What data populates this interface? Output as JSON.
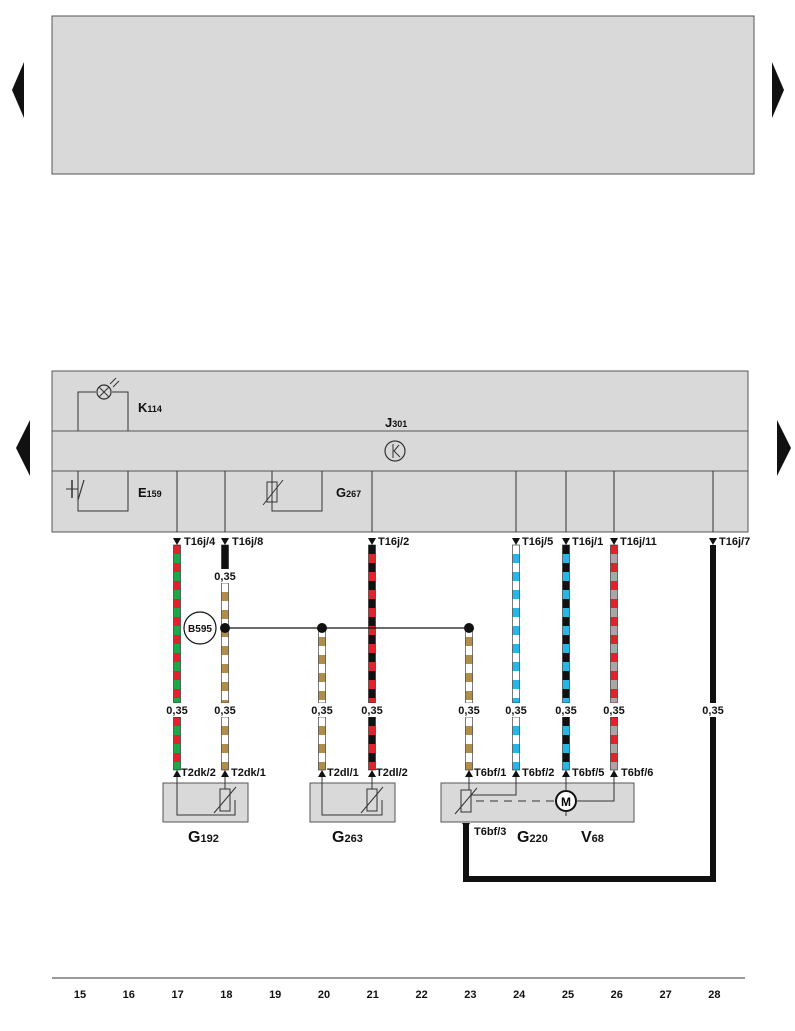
{
  "components": {
    "K114": {
      "letter": "K",
      "index": "114"
    },
    "J301": {
      "letter": "J",
      "index": "301"
    },
    "E159": {
      "letter": "E",
      "index": "159"
    },
    "G267": {
      "letter": "G",
      "index": "267"
    },
    "G192": {
      "letter": "G",
      "index": "192"
    },
    "G263": {
      "letter": "G",
      "index": "263"
    },
    "G220": {
      "letter": "G",
      "index": "220"
    },
    "V68": {
      "letter": "V",
      "index": "68"
    }
  },
  "splice": "B595",
  "pins": {
    "T16j_4": "T16j/4",
    "T16j_8": "T16j/8",
    "T16j_2": "T16j/2",
    "T16j_5": "T16j/5",
    "T16j_1": "T16j/1",
    "T16j_11": "T16j/11",
    "T16j_7": "T16j/7",
    "T2dk_2": "T2dk/2",
    "T2dk_1": "T2dk/1",
    "T2dl_1": "T2dl/1",
    "T2dl_2": "T2dl/2",
    "T6bf_1": "T6bf/1",
    "T6bf_2": "T6bf/2",
    "T6bf_5": "T6bf/5",
    "T6bf_6": "T6bf/6",
    "T6bf_3": "T6bf/3"
  },
  "wire_section": "0,35",
  "motor_symbol": "M",
  "colors": {
    "panel_gray": "#d9d9d9",
    "wire_green": "#1aa84a",
    "wire_red": "#e0232b",
    "wire_black": "#111111",
    "wire_brown": "#b08d4a",
    "wire_blue": "#26b6e8",
    "wire_grey": "#a8a8a8",
    "wire_white": "#ffffff"
  },
  "icons": [
    "nav-arrow-left-icon",
    "nav-arrow-right-icon",
    "lamp-icon",
    "switch-icon",
    "thermistor-icon",
    "motor-icon",
    "clock-icon"
  ],
  "current_tracks": [
    "15",
    "16",
    "17",
    "18",
    "19",
    "20",
    "21",
    "22",
    "23",
    "24",
    "25",
    "26",
    "27",
    "28"
  ]
}
